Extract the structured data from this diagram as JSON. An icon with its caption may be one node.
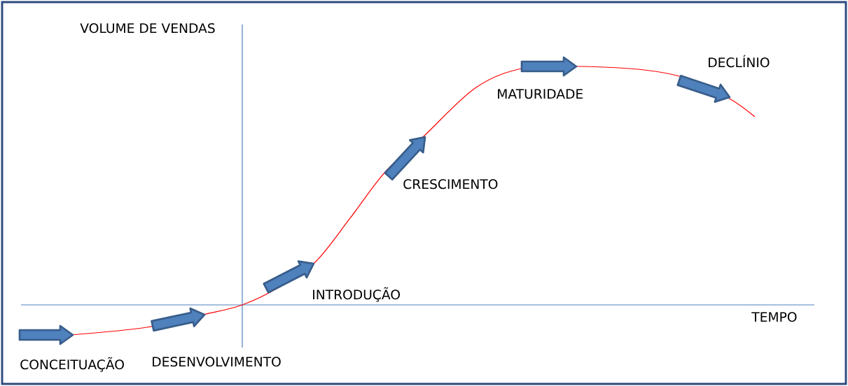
{
  "diagram": {
    "labels": [
      "VOLUME DE VENDAS",
      "DECLÍNIO",
      "MATURIDADE",
      "CRESCIMENTO",
      "INTRODUÇÃO",
      "TEMPO",
      "CONCEITUAÇÃO",
      "DESENVOLVIMENTO"
    ]
  }
}
